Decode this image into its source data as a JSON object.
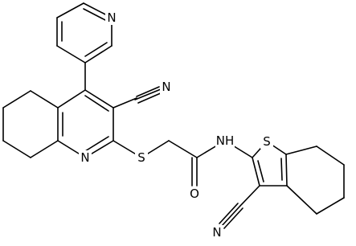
{
  "atoms": {
    "n_pyridine": "N",
    "n_nitrile_top": "N",
    "n_quinoline": "N",
    "s_thioether": "S",
    "n_amide": "NH",
    "s_thiophene": "S",
    "o_carbonyl": "O",
    "n_nitrile_bottom": "N"
  },
  "colors": {
    "bond": "#000000",
    "label": "#000000",
    "background": "#ffffff"
  }
}
